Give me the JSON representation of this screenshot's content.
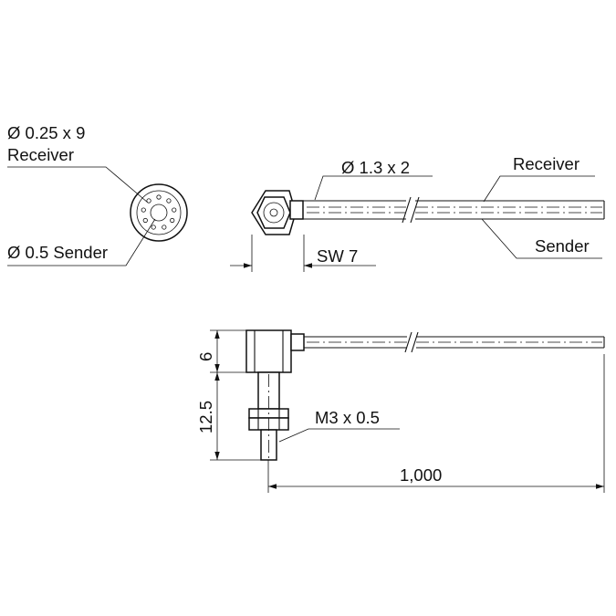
{
  "labels": {
    "fiber_spec": "Ø 0.25 x 9",
    "receiver_left": "Receiver",
    "sender_left": "Ø 0.5 Sender",
    "cable_spec": "Ø 1.3 x 2",
    "receiver_right": "Receiver",
    "sender_right": "Sender",
    "wrench_size": "SW 7",
    "dim_height_head": "6",
    "dim_height_shaft": "12.5",
    "thread_spec": "M3 x 0.5",
    "dim_length": "1,000"
  }
}
